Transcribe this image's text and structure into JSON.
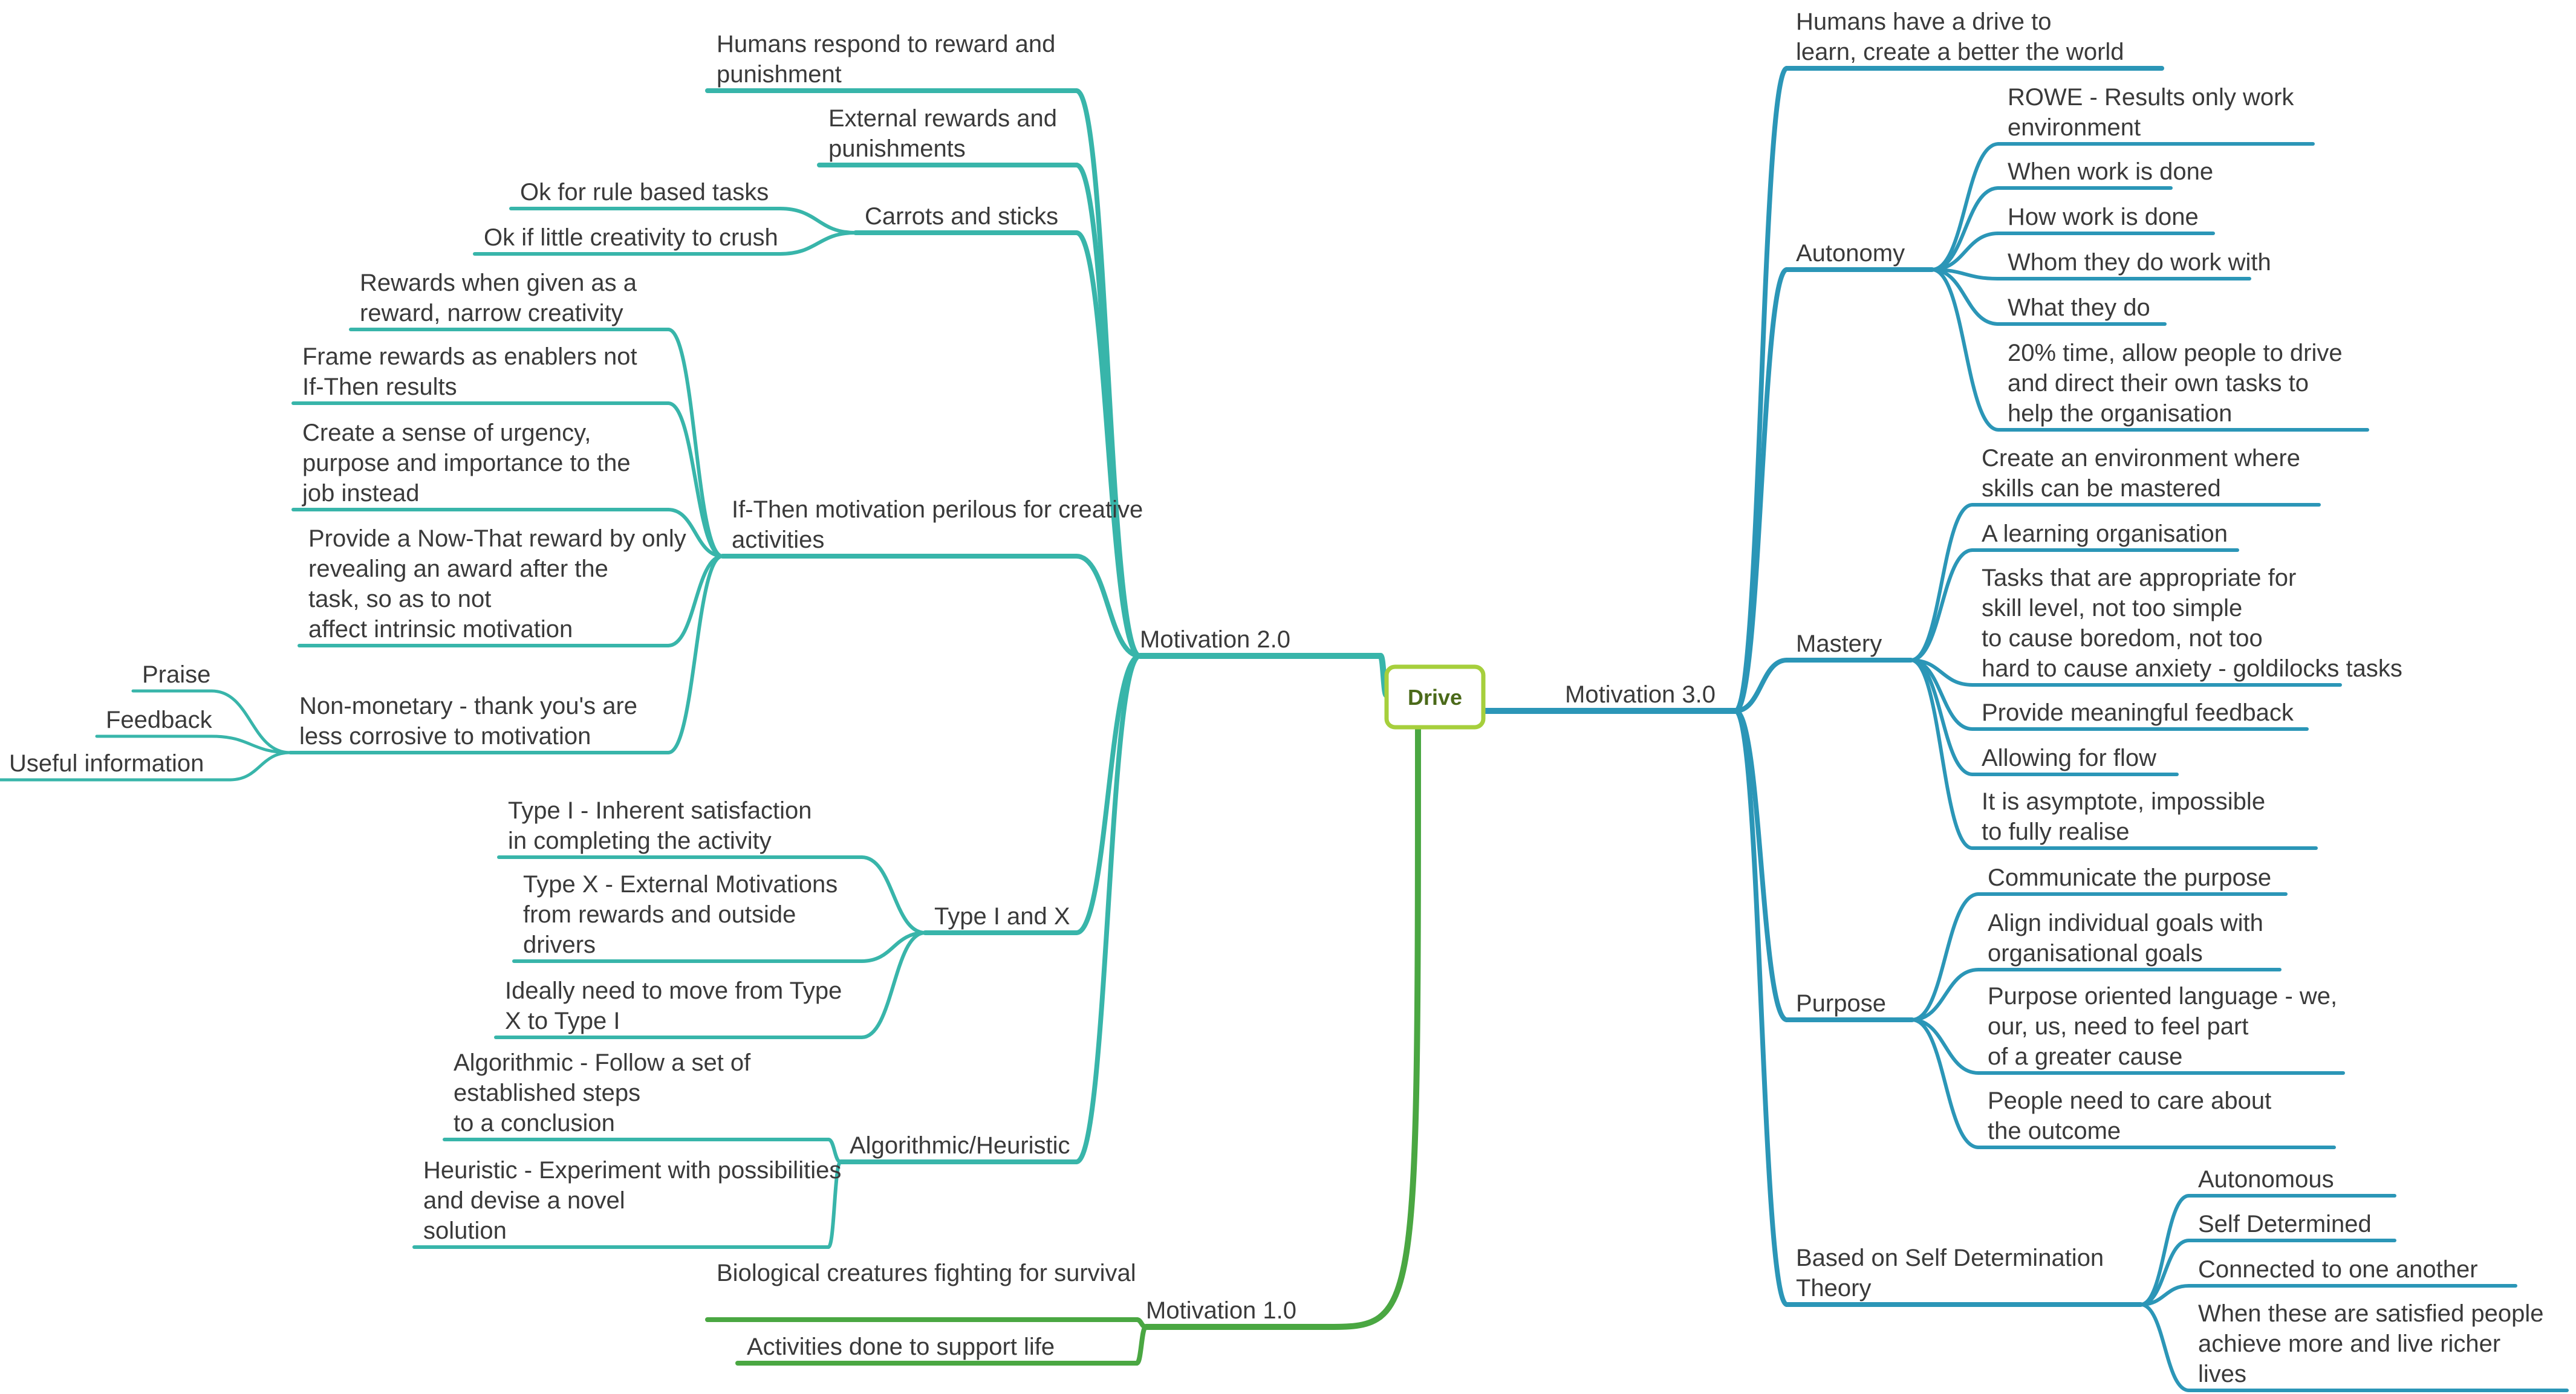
{
  "root": {
    "label": "Drive"
  },
  "colors": {
    "m3": "#2b96b7",
    "m2": "#38b5aa",
    "m1": "#4aa742",
    "root_border": "#a6cf3c"
  },
  "branches": [
    {
      "id": "m3",
      "label": "Motivation 3.0",
      "children": [
        {
          "label": "Humans have a drive to learn, create a better the world"
        },
        {
          "label": "Autonomy",
          "children": [
            {
              "label": "ROWE - Results only work environment"
            },
            {
              "label": "When work is done"
            },
            {
              "label": "How work is done"
            },
            {
              "label": "Whom they do work with"
            },
            {
              "label": "What they do"
            },
            {
              "label": "20% time, allow people to drive and direct their own tasks to help the organisation"
            }
          ]
        },
        {
          "label": "Mastery",
          "children": [
            {
              "label": "Create an environment where skills can be mastered"
            },
            {
              "label": "A learning organisation"
            },
            {
              "label": "Tasks that are appropriate for skill level, not too simple to cause boredom, not too hard to cause anxiety - goldilocks tasks"
            },
            {
              "label": "Provide meaningful feedback"
            },
            {
              "label": "Allowing for flow"
            },
            {
              "label": "It is asymptote, impossible to fully realise"
            }
          ]
        },
        {
          "label": "Purpose",
          "children": [
            {
              "label": "Communicate the purpose"
            },
            {
              "label": "Align individual goals with organisational goals"
            },
            {
              "label": "Purpose oriented language - we, our, us, need to feel part of a greater cause"
            },
            {
              "label": "People need to care about the outcome"
            }
          ]
        },
        {
          "label": "Based on Self Determination Theory",
          "children": [
            {
              "label": "Autonomous"
            },
            {
              "label": "Self Determined"
            },
            {
              "label": "Connected to one another"
            },
            {
              "label": "When these are satisfied people achieve more and live richer lives"
            }
          ]
        }
      ]
    },
    {
      "id": "m2",
      "label": "Motivation 2.0",
      "children": [
        {
          "label": "Humans respond to reward and punishment"
        },
        {
          "label": "External rewards and punishments"
        },
        {
          "label": "Carrots and sticks",
          "children": [
            {
              "label": "Ok for rule based tasks"
            },
            {
              "label": "Ok if little creativity to crush"
            }
          ]
        },
        {
          "label": "If-Then motivation perilous for creative activities",
          "children": [
            {
              "label": "Rewards when given as a reward, narrow creativity"
            },
            {
              "label": "Frame rewards as enablers not If-Then results"
            },
            {
              "label": "Create a sense of urgency, purpose and importance to the job instead"
            },
            {
              "label": "Provide a Now-That reward by only revealing an award after the task, so as to not affect intrinsic motivation"
            },
            {
              "label": "Non-monetary - thank you's are less corrosive to motivation",
              "children": [
                {
                  "label": "Praise"
                },
                {
                  "label": "Feedback"
                },
                {
                  "label": "Useful information"
                }
              ]
            }
          ]
        },
        {
          "label": "Type I and X",
          "children": [
            {
              "label": "Type I - Inherent satisfaction in completing the activity"
            },
            {
              "label": "Type X - External Motivations from rewards and outside drivers"
            },
            {
              "label": "Ideally need to move from Type X to Type I"
            }
          ]
        },
        {
          "label": "Algorithmic/Heuristic",
          "children": [
            {
              "label": "Algorithmic - Follow a set of established steps to a conclusion"
            },
            {
              "label": "Heuristic - Experiment with possibilities and devise a novel solution"
            }
          ]
        }
      ]
    },
    {
      "id": "m1",
      "label": "Motivation 1.0",
      "children": [
        {
          "label": "Biological creatures fighting for survival"
        },
        {
          "label": "Activities done to support life"
        }
      ]
    }
  ]
}
